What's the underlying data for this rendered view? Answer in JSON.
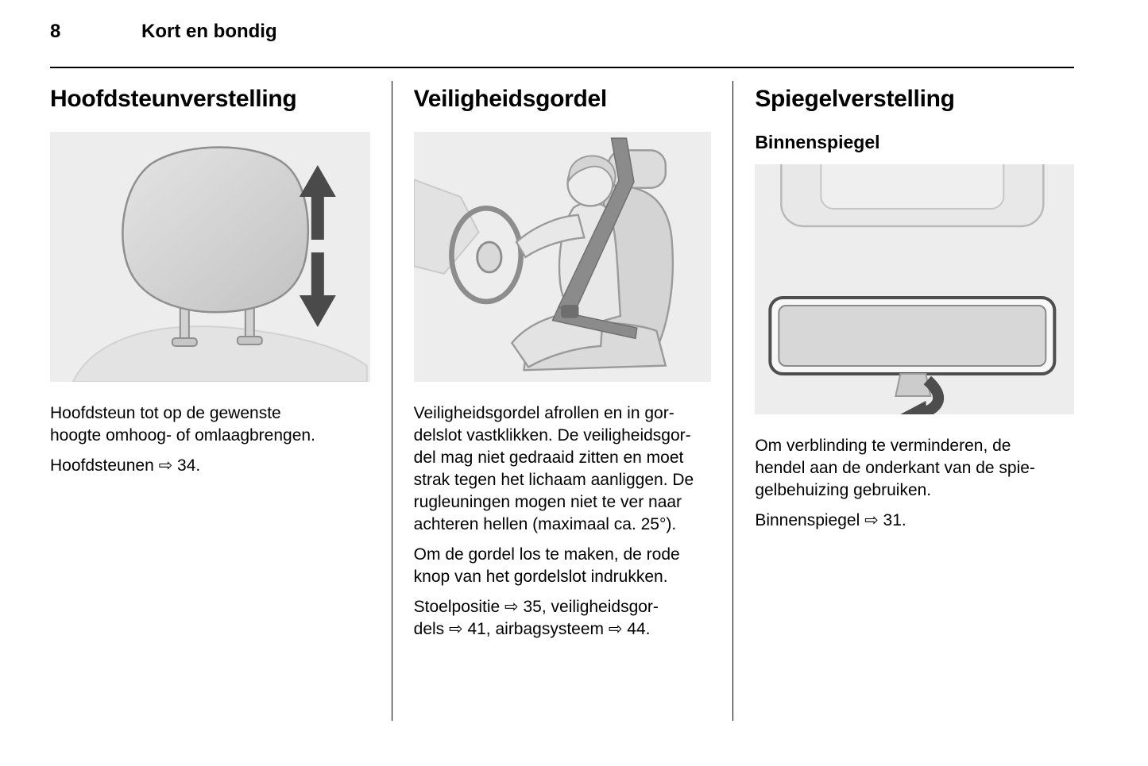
{
  "page": {
    "number": "8",
    "chapter": "Kort en bondig"
  },
  "sections": {
    "headrest": {
      "title": "Hoofdsteunverstelling",
      "illustration": "headrest-with-up-down-arrows",
      "p1": "Hoofdsteun tot op de gewenste\nhoogte omhoog- of omlaagbrengen.",
      "ref": "Hoofdsteunen ⇨ 34."
    },
    "seatbelt": {
      "title": "Veiligheidsgordel",
      "illustration": "driver-wearing-seatbelt",
      "p1": "Veiligheidsgordel afrollen en in gor-\ndelslot vastklikken. De veiligheidsgor-\ndel mag niet gedraaid zitten en moet\nstrak tegen het lichaam aanliggen. De\nrugleuningen mogen niet te ver naar\nachteren hellen (maximaal ca. 25°).",
      "p2": "Om de gordel los te maken, de rode\nknop van het gordelslot indrukken.",
      "ref": "Stoelpositie ⇨ 35, veiligheidsgor-\ndels ⇨ 41, airbagsysteem ⇨ 44."
    },
    "mirror": {
      "title": "Spiegelverstelling",
      "subtitle": "Binnenspiegel",
      "illustration": "interior-rear-view-mirror-with-lever-arrow",
      "p1": "Om verblinding te verminderen, de\nhendel aan de onderkant van de spie-\ngelbehuizing gebruiken.",
      "ref": "Binnenspiegel ⇨ 31."
    }
  },
  "colors": {
    "illustration_background": "#ededed",
    "arrow_grey": "#4a4a4a",
    "line_black": "#000000"
  }
}
